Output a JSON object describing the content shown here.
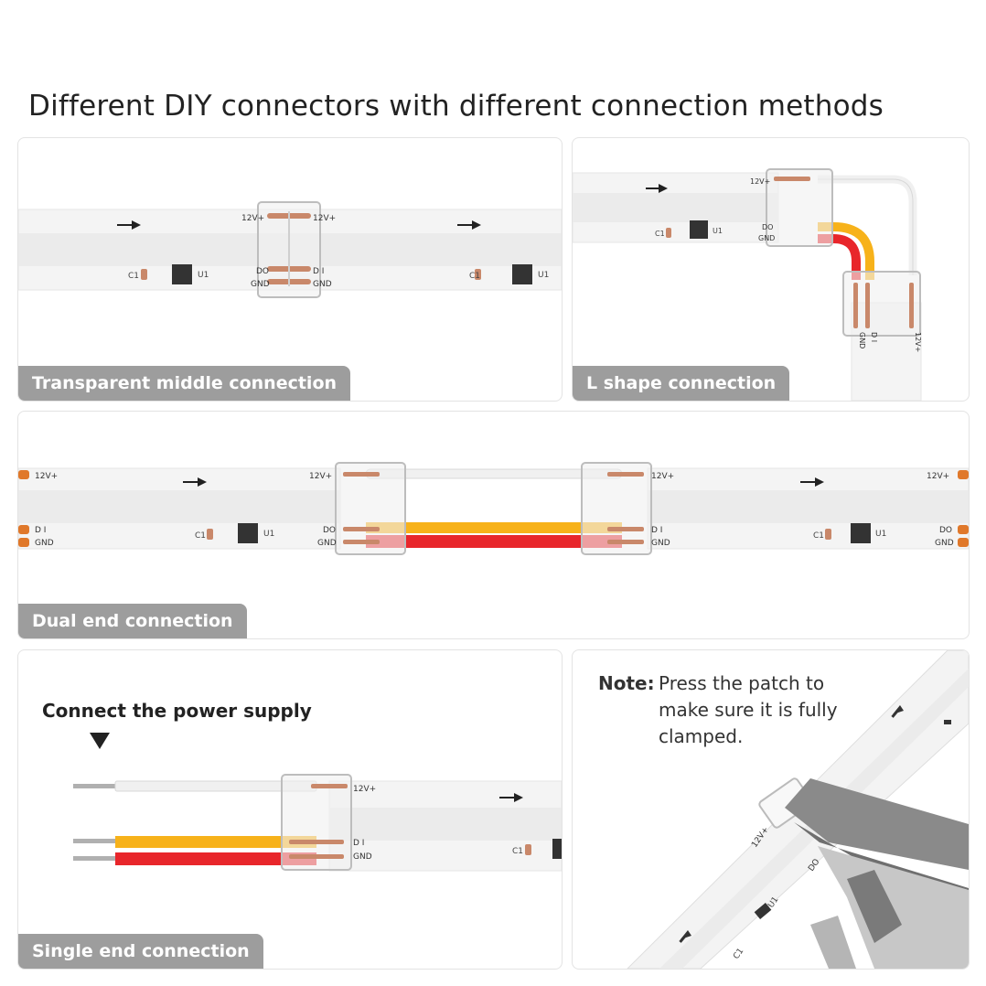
{
  "title": "Different DIY connectors with different connection methods",
  "panels": {
    "transparent_middle": {
      "label": "Transparent middle connection",
      "pins_left": [
        "12V+",
        "DO",
        "GND"
      ],
      "pins_right": [
        "12V+",
        "D I",
        "GND"
      ],
      "components": [
        "C1",
        "U1"
      ]
    },
    "l_shape": {
      "label": "L shape connection",
      "pins_top": [
        "12V+",
        "DO",
        "GND"
      ],
      "pins_bottom": [
        "GND",
        "D I",
        "12V+"
      ],
      "components": [
        "C1",
        "U1"
      ]
    },
    "dual_end": {
      "label": "Dual end connection",
      "pins_far_left": [
        "12V+",
        "D I",
        "GND"
      ],
      "pins_connector_left": [
        "12V+",
        "DO",
        "GND"
      ],
      "pins_connector_right": [
        "12V+",
        "D I",
        "GND"
      ],
      "pins_far_right": [
        "12V+",
        "DO",
        "GND"
      ],
      "components": [
        "C1",
        "U1"
      ]
    },
    "single_end": {
      "label": "Single end connection",
      "heading": "Connect the power supply",
      "pins": [
        "12V+",
        "D I",
        "GND"
      ],
      "components": [
        "C1"
      ]
    },
    "note": {
      "key": "Note:",
      "text": "Press the patch to make sure it is fully clamped.",
      "pins": [
        "12V+",
        "DO",
        "C1",
        "U1"
      ]
    }
  },
  "colors": {
    "label_bg": "#9d9d9d",
    "wire_white": "#f2f2f2",
    "wire_yellow": "#f7b21a",
    "wire_red": "#e8262b",
    "strip": "#f3f3f3",
    "pad": "#c9886a"
  }
}
